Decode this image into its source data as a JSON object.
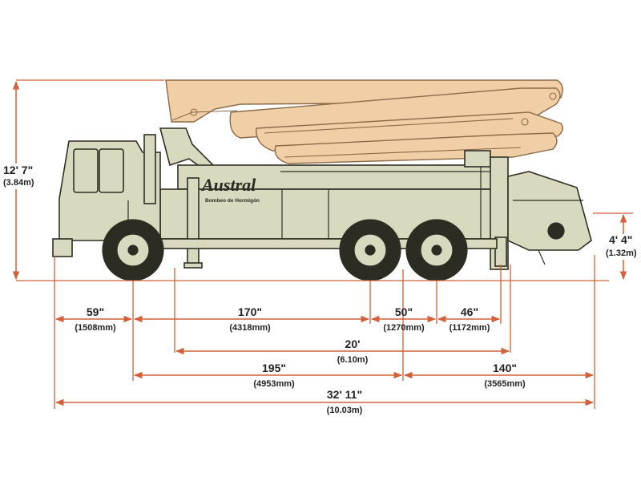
{
  "brand": {
    "name": "Austral",
    "tagline": "Bombeo de Hormigón"
  },
  "dimensions": {
    "overall_height": {
      "imperial": "12' 7\"",
      "metric": "(3.84m)"
    },
    "rear_height": {
      "imperial": "4' 4\"",
      "metric": "(1.32m)"
    },
    "front_overhang": {
      "imperial": "59\"",
      "metric": "(1508mm)"
    },
    "cab_to_axle": {
      "imperial": "170\"",
      "metric": "(4318mm)"
    },
    "tandem_spacing": {
      "imperial": "50\"",
      "metric": "(1270mm)"
    },
    "rear_axle_to_frame": {
      "imperial": "46\"",
      "metric": "(1172mm)"
    },
    "outrigger_span": {
      "imperial": "20'",
      "metric": "(6.10m)"
    },
    "wheelbase": {
      "imperial": "195\"",
      "metric": "(4953mm)"
    },
    "rear_overhang": {
      "imperial": "140\"",
      "metric": "(3565mm)"
    },
    "overall_length": {
      "imperial": "32' 11\"",
      "metric": "(10.03m)"
    }
  },
  "colors": {
    "dimension_line": "#d2603a",
    "truck_body": "#d9d9bf",
    "truck_outline": "#2f2f25",
    "boom": "#f0cfa6",
    "tire": "#2c2c22",
    "hub": "#d9d9bf"
  }
}
